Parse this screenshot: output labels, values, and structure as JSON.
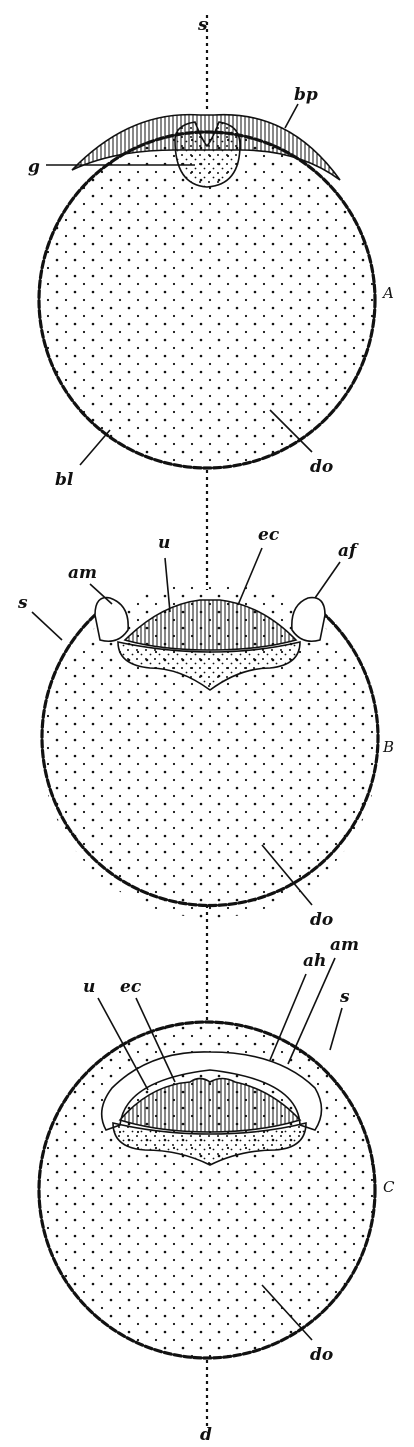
{
  "figure": {
    "panels": [
      {
        "id": "A",
        "panel_label": "A",
        "labels": {
          "s": "s",
          "bp": "bp",
          "g": "g",
          "do": "do",
          "bl": "bl"
        }
      },
      {
        "id": "B",
        "panel_label": "B",
        "labels": {
          "am": "am",
          "u": "u",
          "ec": "ec",
          "af": "af",
          "s": "s",
          "do": "do"
        }
      },
      {
        "id": "C",
        "panel_label": "C",
        "labels": {
          "u": "u",
          "ec": "ec",
          "ah": "ah",
          "am": "am",
          "s": "s",
          "do": "do"
        }
      }
    ],
    "axis_bottom_label": "d"
  },
  "colors": {
    "ink": "#111111",
    "paper": "#ffffff"
  }
}
